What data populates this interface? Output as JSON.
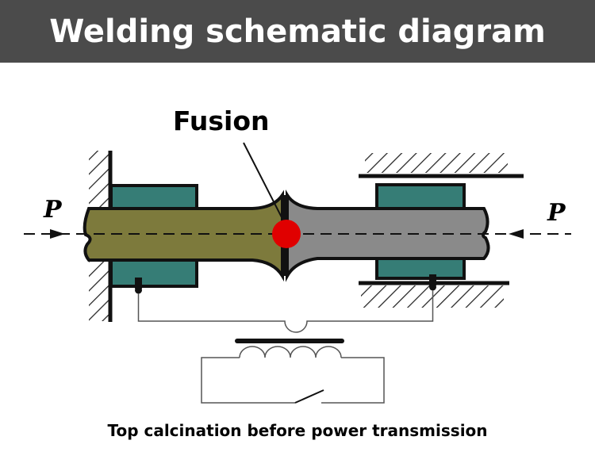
{
  "header": {
    "title": "Welding schematic diagram"
  },
  "diagram": {
    "fusion_label": "Fusion",
    "force_left_label": "P",
    "force_right_label": "P",
    "caption": "Top calcination before power transmission",
    "colors": {
      "header_bg": "#4b4b4b",
      "left_rod": "#7d7a3c",
      "right_rod": "#8a8a8a",
      "clamp": "#367d76",
      "fusion_point": "#e00000",
      "outline": "#111111"
    }
  }
}
